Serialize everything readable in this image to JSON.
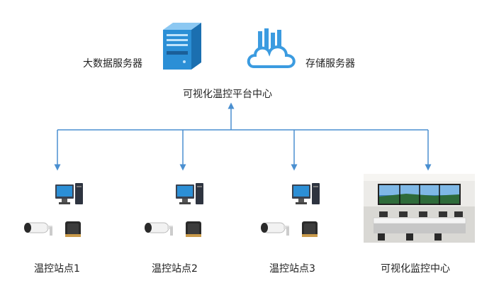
{
  "servers": {
    "big_data_label": "大数据服务器",
    "storage_label": "存储服务器"
  },
  "platform": {
    "label": "可视化温控平台中心"
  },
  "stations": [
    {
      "label": "温控站点1"
    },
    {
      "label": "温控站点2"
    },
    {
      "label": "温控站点3"
    }
  ],
  "monitor_center": {
    "label": "可视化监控中心"
  },
  "colors": {
    "connector": "#4a8fd0",
    "server_blue": "#2b8fd6",
    "cloud_blue": "#3b9be0"
  }
}
